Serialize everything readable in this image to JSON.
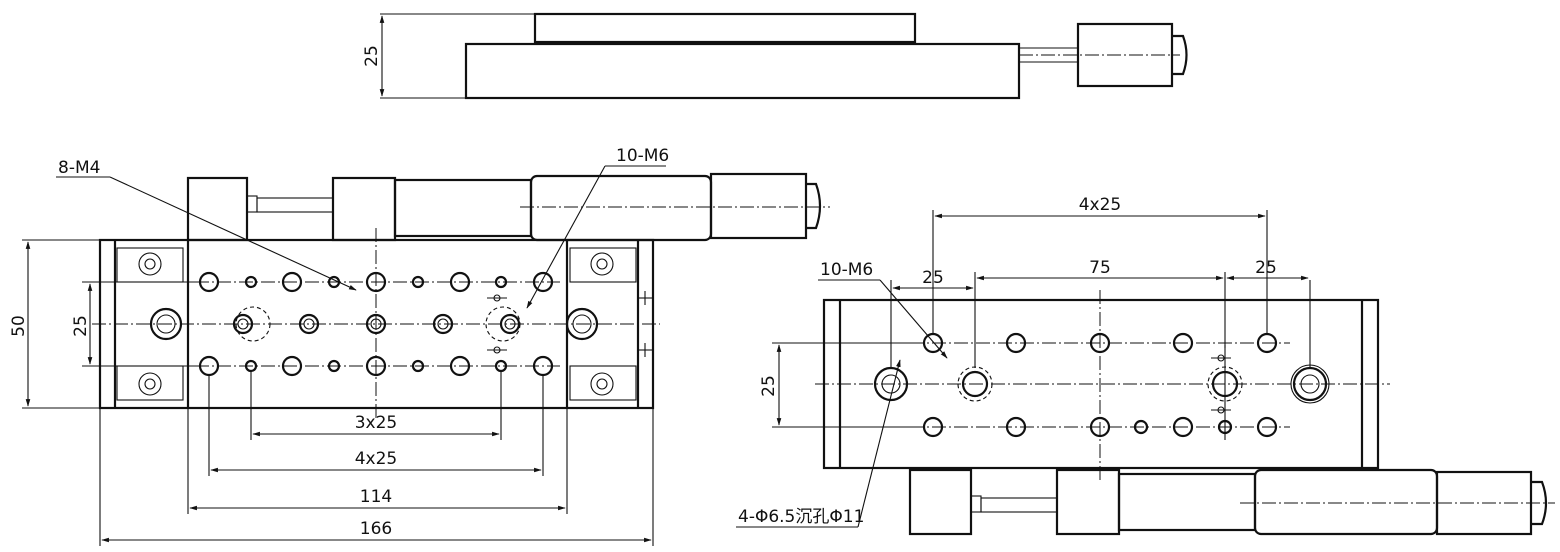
{
  "top_view": {
    "height_dim": "25"
  },
  "front_view": {
    "callout_m4": "8-M4",
    "callout_m6": "10-M6",
    "dim_height": "50",
    "dim_hole_row": "25",
    "dim_3x25": "3x25",
    "dim_4x25": "4x25",
    "dim_114": "114",
    "dim_166": "166"
  },
  "side_view": {
    "dim_4x25": "4x25",
    "dim_25_left": "25",
    "dim_75": "75",
    "dim_25_right": "25",
    "dim_hole_row": "25",
    "callout_m6": "10-M6",
    "callout_cbore": "4-Φ6.5沉孔Φ11"
  }
}
